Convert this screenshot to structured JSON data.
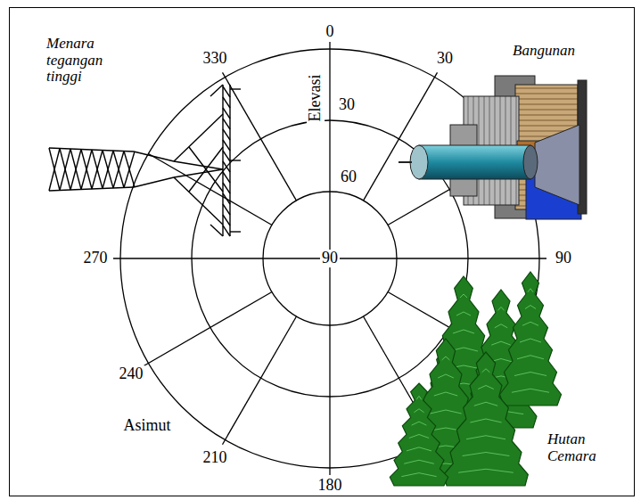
{
  "diagram": {
    "labels": [
      "0",
      "Menara tegangan tinggi",
      "330",
      "30",
      "Bangunan",
      "Elevasi",
      "30",
      "60",
      "270",
      "90",
      "90",
      "240",
      "Asimut",
      "210",
      "Hutan Cemara",
      "180"
    ]
  }
}
